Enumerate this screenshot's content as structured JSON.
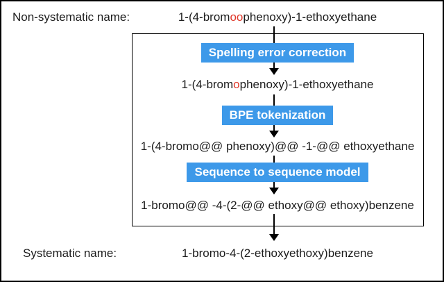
{
  "colors": {
    "accent_blue": "#3d99e9",
    "error_red": "#e0392b"
  },
  "top": {
    "label": "Non-systematic name:",
    "name_prefix": "1-(4-brom",
    "name_error": "oo",
    "name_suffix": "phenoxy)-1-ethoxyethane"
  },
  "steps": [
    {
      "button": "Spelling error correction",
      "out_prefix": "1-(4-brom",
      "out_highlight": "o",
      "out_suffix": "phenoxy)-1-ethoxyethane"
    },
    {
      "button": "BPE tokenization",
      "out_prefix": "1-(4-bromo@@ phenoxy)@@ -1-@@ ethoxyethane",
      "out_highlight": "",
      "out_suffix": ""
    },
    {
      "button": "Sequence to sequence model",
      "out_prefix": "1-bromo@@ -4-(2-@@ ethoxy@@ ethoxy)benzene",
      "out_highlight": "",
      "out_suffix": ""
    }
  ],
  "bottom": {
    "label": "Systematic name:",
    "name": "1-bromo-4-(2-ethoxyethoxy)benzene"
  }
}
